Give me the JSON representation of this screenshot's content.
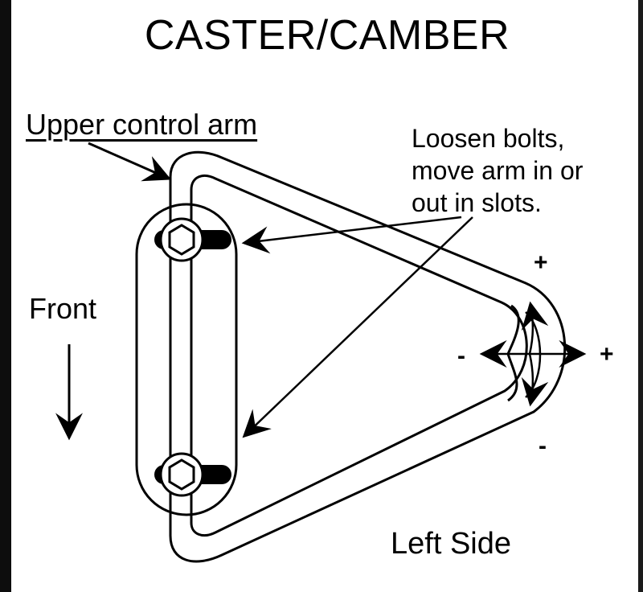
{
  "title": "CASTER/CAMBER",
  "labels": {
    "upper_control_arm": "Upper control arm",
    "instruction_lines": [
      "Loosen bolts,",
      "move arm in or",
      "out in slots."
    ],
    "front": "Front",
    "left_side": "Left Side"
  },
  "adjustment_signs": {
    "top": "+",
    "left": "-",
    "right": "+",
    "bottom": "-"
  },
  "colors": {
    "background": "#ffffff",
    "ink": "#000000",
    "frame": "#0d0d0d"
  }
}
